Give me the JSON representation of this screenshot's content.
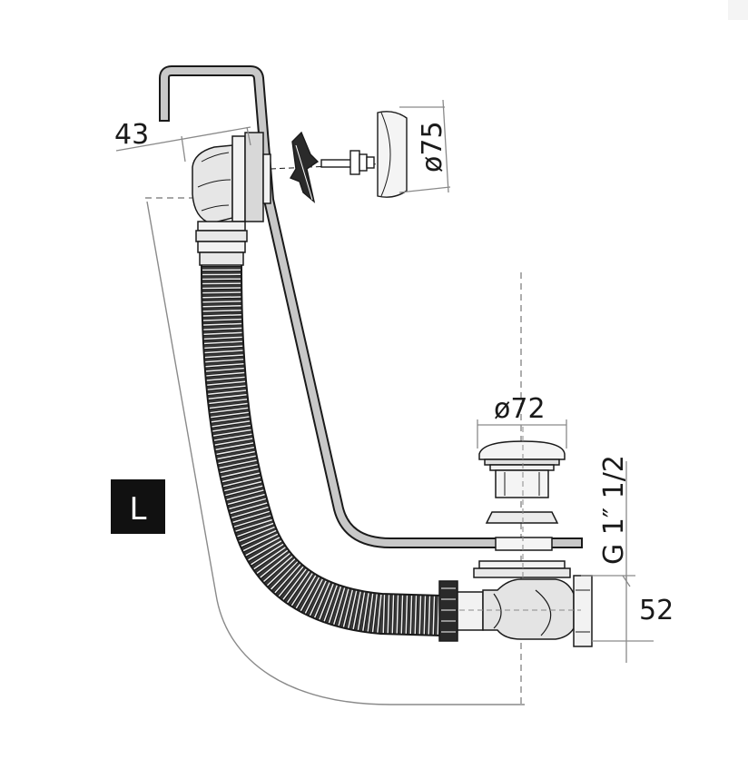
{
  "dimensions": {
    "flange_offset": "43",
    "cap_diameter": "ø75",
    "plug_diameter": "ø72",
    "thread_size": "G 1″ 1/2",
    "trap_height": "52"
  },
  "badge": {
    "label": "L"
  },
  "colors": {
    "outline": "#1a1a1a",
    "dimension_line": "#8a8a8a",
    "pipe_fill": "#c8c8c8",
    "badge_bg": "#111111"
  }
}
